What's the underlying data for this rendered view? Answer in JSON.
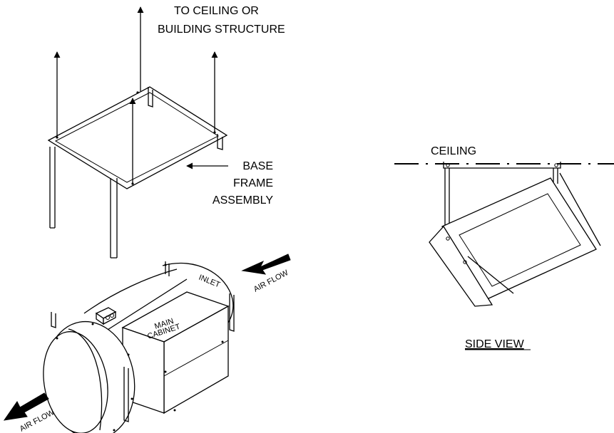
{
  "labels": {
    "ceiling_structure_line1": "TO CEILING OR",
    "ceiling_structure_line2": "BUILDING STRUCTURE",
    "base_frame_line1": "BASE",
    "base_frame_line2": "FRAME",
    "base_frame_line3": "ASSEMBLY",
    "inlet": "INLET",
    "main_cabinet_line1": "MAIN",
    "main_cabinet_line2": "CABINET",
    "air_flow_in": "AIR FLOW",
    "air_flow_out": "AIR FLOW",
    "ceiling": "CEILING",
    "side_view": "SIDE VIEW"
  }
}
